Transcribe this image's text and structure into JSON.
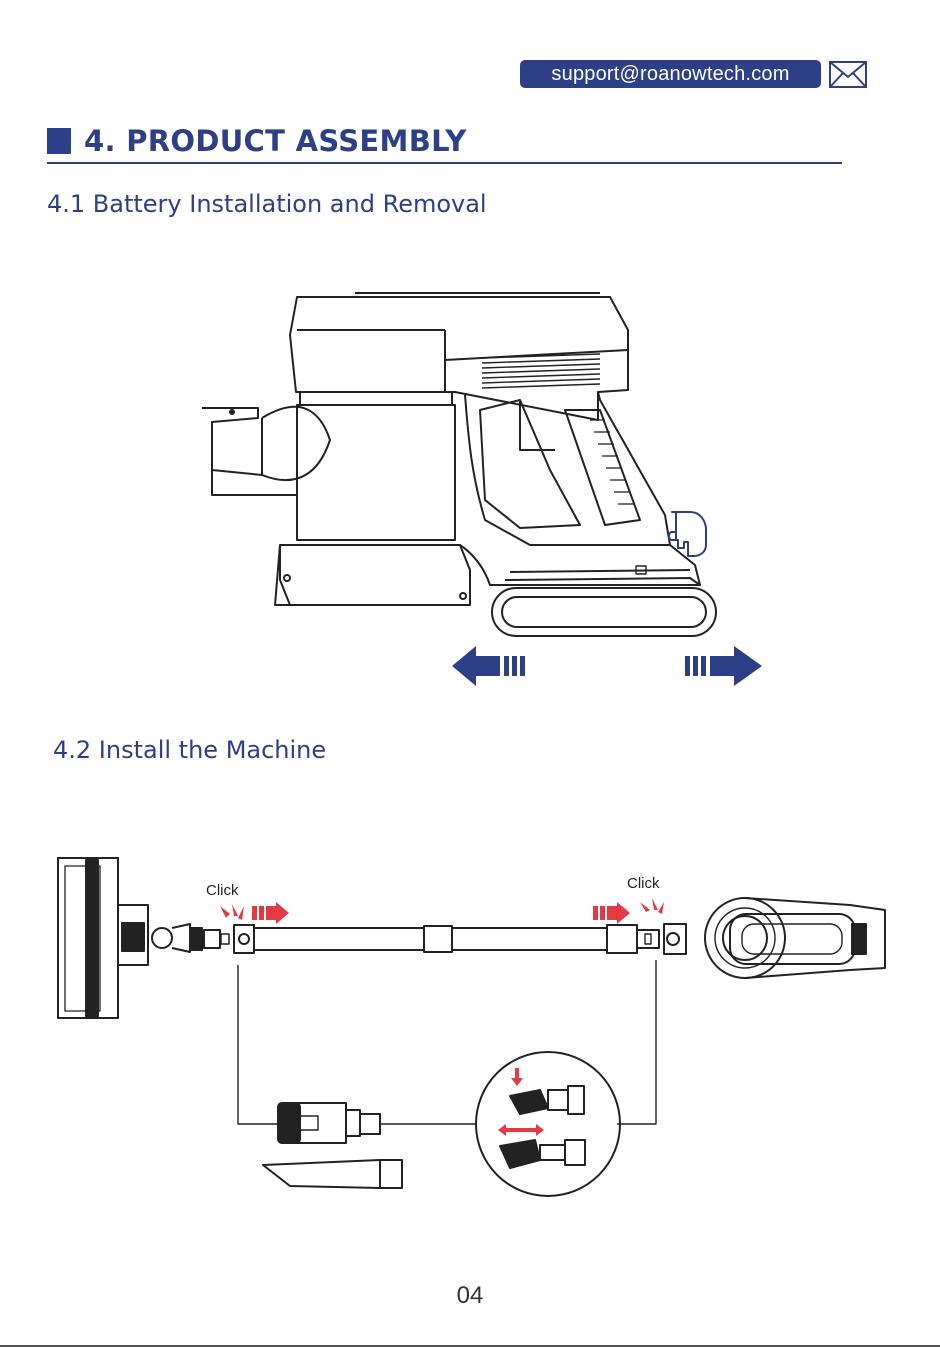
{
  "header": {
    "support_email": "support@roanowtech.com",
    "mail_icon": "envelope-icon"
  },
  "section": {
    "title": "4. PRODUCT ASSEMBLY"
  },
  "subsections": [
    {
      "title": "4.1 Battery Installation and Removal"
    },
    {
      "title": "4.2 Install the Machine"
    }
  ],
  "figure2": {
    "click_left": "Click",
    "click_right": "Click"
  },
  "footer": {
    "page_number": "04"
  },
  "colors": {
    "brand": "#2d3f87",
    "accent_red": "#e63946"
  }
}
